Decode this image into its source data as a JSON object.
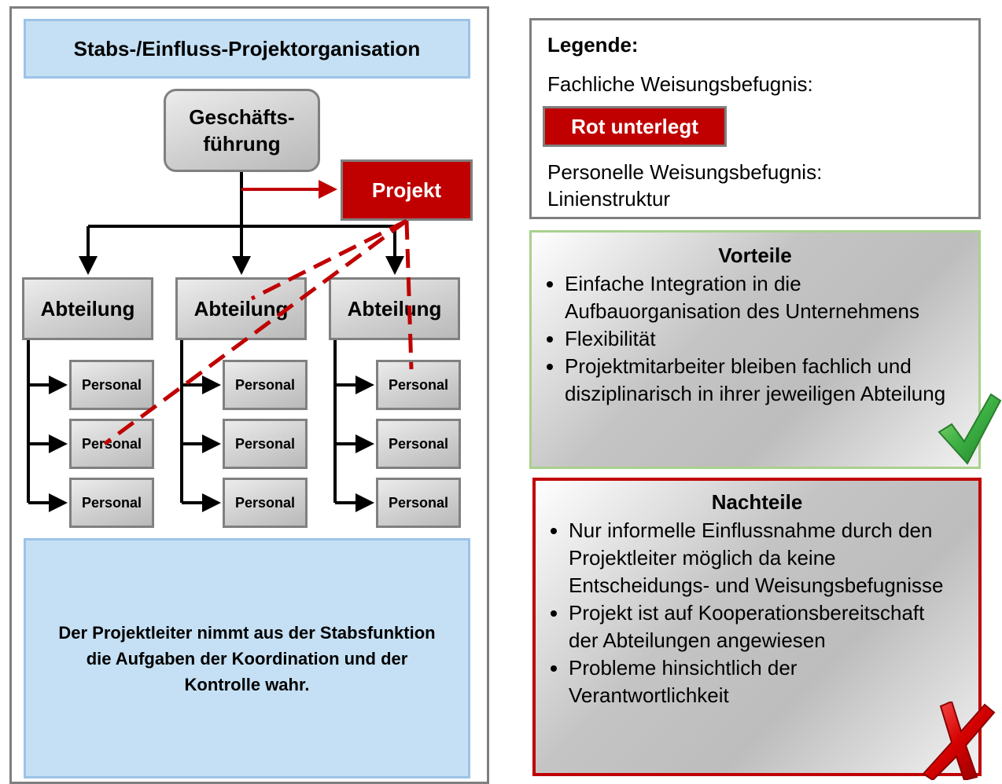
{
  "left": {
    "title": "Stabs-/Einfluss-Projektorganisation",
    "management_line1": "Geschäfts-",
    "management_line2": "führung",
    "project": "Projekt",
    "department": "Abteilung",
    "staff": "Personal",
    "description": "Der Projektleiter nimmt aus der Stabsfunktion die Aufgaben der Koordination und der Kontrolle wahr."
  },
  "legend": {
    "title": "Legende:",
    "technical_authority": "Fachliche Weisungsbefugnis:",
    "red_label": "Rot unterlegt",
    "personnel_authority": "Personelle Weisungsbefugnis:",
    "line_structure": "Linienstruktur"
  },
  "advantages": {
    "title": "Vorteile",
    "items": [
      "Einfache Integration in die Aufbauorganisation des Unternehmens",
      "Flexibilität",
      "Projektmitarbeiter bleiben fachlich und disziplinarisch in ihrer jeweiligen Abteilung"
    ]
  },
  "disadvantages": {
    "title": "Nachteile",
    "items": [
      "Nur informelle Einflussnahme durch den Projektleiter möglich da keine Entscheidungs- und Weisungsbefugnisse",
      "Projekt ist auf Kooperationsbereitschaft der Abteilungen angewiesen",
      "Probleme hinsichtlich der Verantwortlichkeit"
    ]
  },
  "colors": {
    "red": "#c00000",
    "light_blue": "#c5e0f4",
    "green_check": "#3cb043"
  },
  "icons": {
    "check": "check-icon",
    "cross": "cross-icon"
  }
}
